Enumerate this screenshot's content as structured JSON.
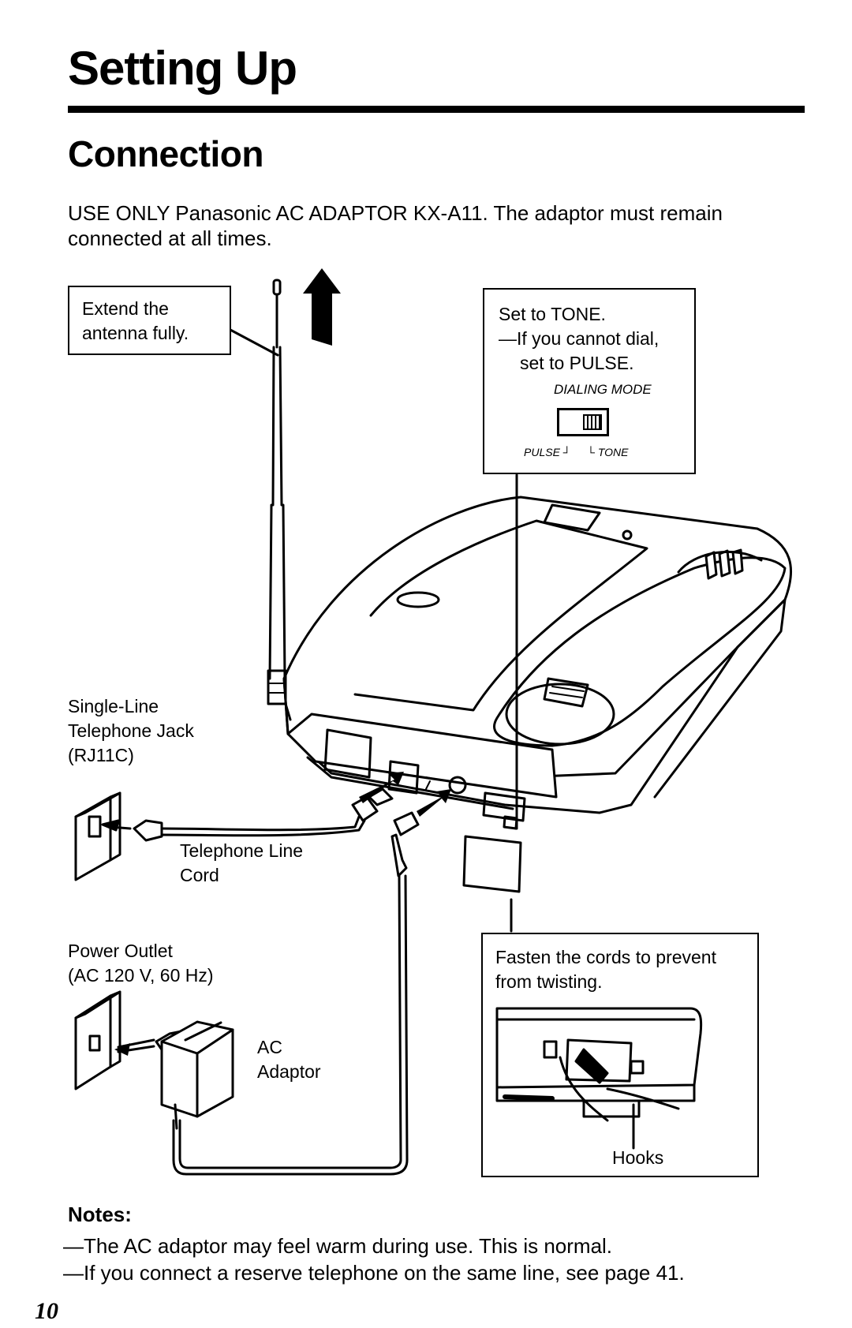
{
  "header": {
    "title": "Setting Up",
    "section": "Connection",
    "intro": "USE ONLY Panasonic AC ADAPTOR KX-A11. The adaptor must remain connected at all times."
  },
  "callouts": {
    "antenna": {
      "line1": "Extend the",
      "line2": "antenna fully."
    },
    "dialing": {
      "line1": "Set to TONE.",
      "line2": "—If you cannot dial,",
      "line3": "set to PULSE.",
      "switch_title": "DIALING MODE",
      "pulse_label": "PULSE",
      "tone_label": "TONE"
    },
    "fasten": {
      "line1": "Fasten the cords to prevent",
      "line2": "from twisting.",
      "hooks_label": "Hooks"
    }
  },
  "labels": {
    "jack": {
      "line1": "Single-Line",
      "line2": "Telephone Jack",
      "line3": "(RJ11C)"
    },
    "cord": {
      "line1": "Telephone Line",
      "line2": "Cord"
    },
    "outlet": {
      "line1": "Power Outlet",
      "line2": "(AC 120 V, 60 Hz)"
    },
    "adaptor": {
      "line1": "AC",
      "line2": "Adaptor"
    }
  },
  "notes": {
    "title": "Notes:",
    "items": [
      "—The AC adaptor may feel warm during use. This is normal.",
      "—If you connect a reserve telephone on the same line, see page 41."
    ]
  },
  "footer": {
    "page_number": "10"
  }
}
